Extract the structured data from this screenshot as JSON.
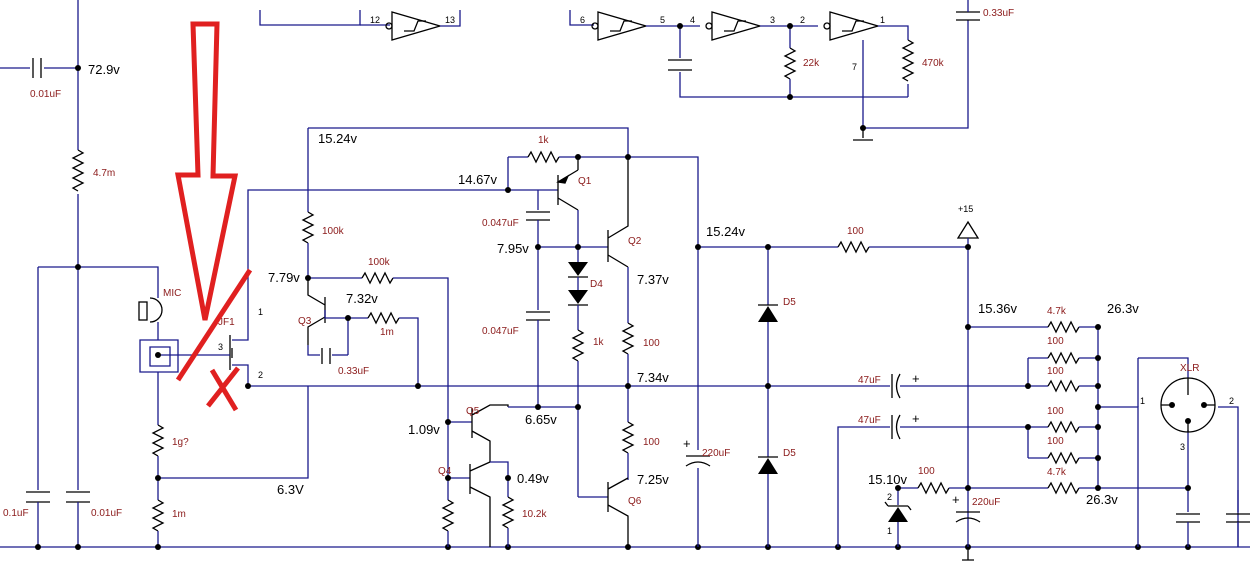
{
  "voltages": {
    "v_top_left": "72.9v",
    "v_rail_a": "15.24v",
    "v_q1_base": "14.67v",
    "v_q2_base": "7.95v",
    "v_q3_c": "7.79v",
    "v_q3_e": "7.32v",
    "v_q2_e": "7.37v",
    "v_out": "7.34v",
    "v_q5_b": "1.09v",
    "v_q5_e": "6.65v",
    "v_q4_e": "0.49v",
    "v_q6_e": "7.25v",
    "v_bottom": "6.3V",
    "v_rail_b": "15.24v",
    "v_rail_c": "15.36v",
    "v_xlr_top": "26.3v",
    "v_xlr_bot": "26.3v",
    "v_zener": "15.10v"
  },
  "components": {
    "c_top": "0.01uF",
    "r_47m": "4.7m",
    "mic": "MIC",
    "jfet": "JF1",
    "r_1g": "1g?",
    "r_1m_bot": "1m",
    "c_01a": "0.1uF",
    "c_01b": "0.01uF",
    "r_100k_a": "100k",
    "r_100k_b": "100k",
    "r_1m": "1m",
    "c_033": "0.33uF",
    "r_1k_top": "1k",
    "c_0047a": "0.047uF",
    "c_0047b": "0.047uF",
    "d4": "D4",
    "r_1k_mid": "1k",
    "r_100_q2": "100",
    "r_100_q6": "100",
    "r_102k": "10.2k",
    "c_220a": "220uF",
    "d5a": "D5",
    "d5b": "D5",
    "r_100_rail": "100",
    "plus15": "+15",
    "c_47a": "47uF",
    "c_47b": "47uF",
    "r_47k_a": "4.7k",
    "r_47k_b": "4.7k",
    "r_100_1": "100",
    "r_100_2": "100",
    "r_100_3": "100",
    "r_100_4": "100",
    "r_100_z": "100",
    "c_220b": "220uF",
    "xlr": "XLR",
    "c_033_top": "0.33uF",
    "r_22k": "22k",
    "r_470k": "470k"
  },
  "transistors": {
    "q1": "Q1",
    "q2": "Q2",
    "q3": "Q3",
    "q4": "Q4",
    "q5": "Q5",
    "q6": "Q6"
  },
  "pins": {
    "g12": "12",
    "g13": "13",
    "g6": "6",
    "g5": "5",
    "g4": "4",
    "g3": "3",
    "g2": "2",
    "g1": "1",
    "g7": "7",
    "jf_1": "1",
    "jf_2": "2",
    "jf_3": "3",
    "xlr_1": "1",
    "xlr_2": "2",
    "xlr_3": "3",
    "z_1": "1",
    "z_2": "2",
    "plus_a": "+",
    "plus_b": "+",
    "plus_c": "+",
    "plus_d": "+"
  }
}
